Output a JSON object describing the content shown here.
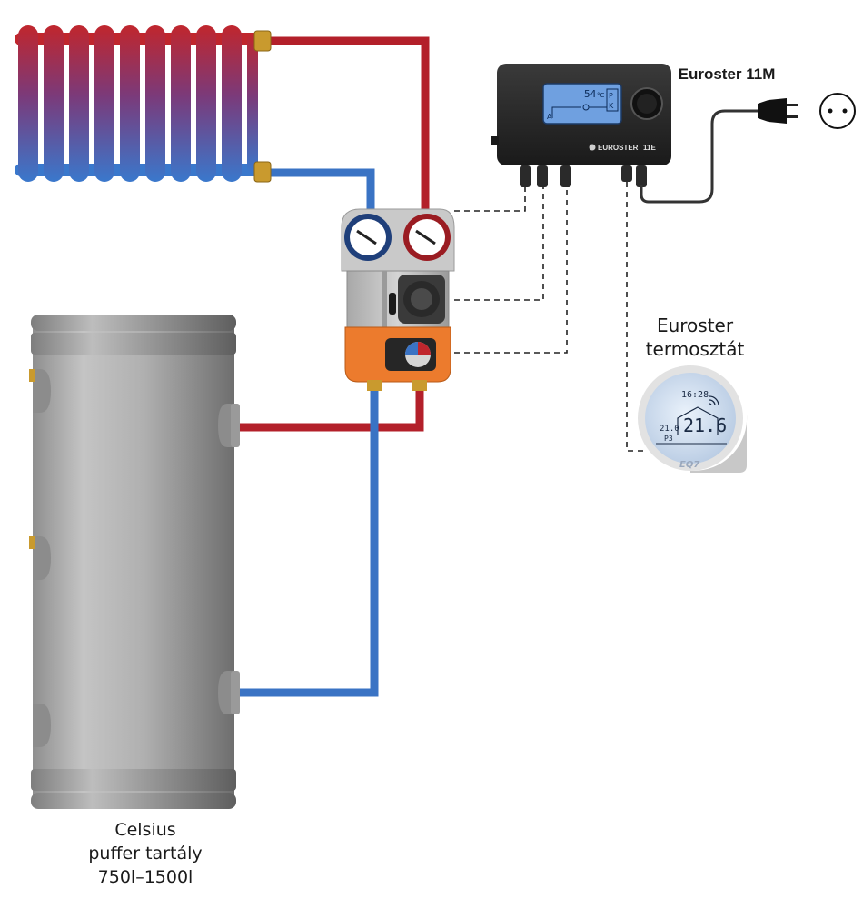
{
  "controller": {
    "label": "Euroster 11M",
    "brand": "EUROSTER",
    "model": "11E",
    "display_temp": "54",
    "display_unit": "°C",
    "display_letters": [
      "P",
      "K",
      "A"
    ]
  },
  "thermostat": {
    "label_line1": "Euroster",
    "label_line2": "termosztát",
    "time": "16:28",
    "temp_main": "21.6",
    "temp_set": "21.0",
    "program": "P3",
    "model": "EQ7"
  },
  "tank": {
    "label_line1": "Celsius",
    "label_line2": "puffer tartály",
    "label_line3": "750l–1500l"
  },
  "colors": {
    "hot_pipe": "#b3202a",
    "cold_pipe": "#3a73c4",
    "tank_body": "#a9a9a9",
    "pump_orange": "#ec7b2d",
    "controller_body": "#2a2a2a",
    "lcd_blue": "#6fa0e0",
    "cable": "#333333"
  },
  "icons": [
    "radiator-icon",
    "pump-group-icon",
    "controller-icon",
    "power-plug-icon",
    "socket-icon",
    "thermostat-icon",
    "buffer-tank-icon"
  ]
}
